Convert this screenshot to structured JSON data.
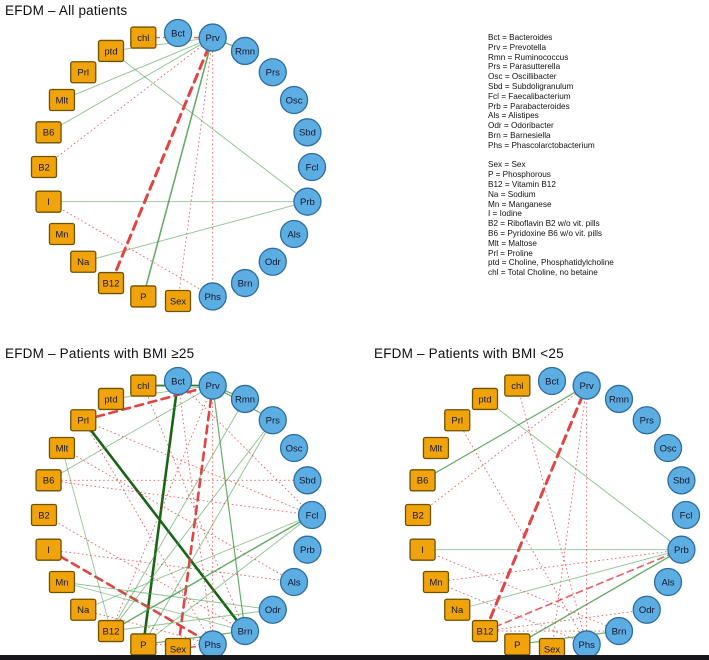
{
  "colors": {
    "positive": "#4e9e50",
    "positive_strong": "#176617",
    "negative": "#e03a3a",
    "bacteria_fill": "#5badE2",
    "bacteria_stroke": "#2e6da0",
    "nutrient_fill": "#f0a30a",
    "nutrient_stroke": "#6d5200"
  },
  "nodes": [
    {
      "id": "Bct",
      "type": "bacteria"
    },
    {
      "id": "Prv",
      "type": "bacteria"
    },
    {
      "id": "Rmn",
      "type": "bacteria"
    },
    {
      "id": "Prs",
      "type": "bacteria"
    },
    {
      "id": "Osc",
      "type": "bacteria"
    },
    {
      "id": "Sbd",
      "type": "bacteria"
    },
    {
      "id": "Fcl",
      "type": "bacteria"
    },
    {
      "id": "Prb",
      "type": "bacteria"
    },
    {
      "id": "Als",
      "type": "bacteria"
    },
    {
      "id": "Odr",
      "type": "bacteria"
    },
    {
      "id": "Brn",
      "type": "bacteria"
    },
    {
      "id": "Phs",
      "type": "bacteria"
    },
    {
      "id": "Sex",
      "type": "nutrient"
    },
    {
      "id": "P",
      "type": "nutrient"
    },
    {
      "id": "B12",
      "type": "nutrient"
    },
    {
      "id": "Na",
      "type": "nutrient"
    },
    {
      "id": "Mn",
      "type": "nutrient"
    },
    {
      "id": "I",
      "type": "nutrient"
    },
    {
      "id": "B2",
      "type": "nutrient"
    },
    {
      "id": "B6",
      "type": "nutrient"
    },
    {
      "id": "Mlt",
      "type": "nutrient"
    },
    {
      "id": "Prl",
      "type": "nutrient"
    },
    {
      "id": "ptd",
      "type": "nutrient"
    },
    {
      "id": "chl",
      "type": "nutrient"
    }
  ],
  "legend": {
    "bacteria": [
      "Bct = Bacteroides",
      "Prv = Prevotella",
      "Rmn = Ruminococcus",
      "Prs = Parasutterella",
      "Osc = Oscillibacter",
      "Sbd = Subdoligranulum",
      "Fcl = Faecalibacterium",
      "Prb = Parabacteroides",
      "Als = Alistipes",
      "Odr = Odoribacter",
      "Brn = Barnesiella",
      "Phs = Phascolarctobacterium"
    ],
    "covariates": [
      "Sex = Sex",
      "P = Phosphorous",
      "B12 = Vitamin B12",
      "Na = Sodium",
      "Mn = Manganese",
      "I = Iodine",
      "B2 = Riboflavin B2 w/o vit. pills",
      "B6 = Pyridoxine B6 w/o vit. pills",
      "Mlt = Maltose",
      "Prl = Proline",
      "ptd = Choline, Phosphatidylcholine",
      "chl = Total Choline, no betaine"
    ]
  },
  "networks": [
    {
      "key": "all",
      "title": "EFDM – All patients",
      "edges": [
        {
          "f": "chl",
          "t": "Prv",
          "c": "negative",
          "s": "dashed",
          "w": 1.3
        },
        {
          "f": "ptd",
          "t": "Prv",
          "c": "positive",
          "s": "solid",
          "w": 1
        },
        {
          "f": "ptd",
          "t": "Prb",
          "c": "positive",
          "s": "solid",
          "w": 1
        },
        {
          "f": "Prv",
          "t": "Rmn",
          "c": "positive",
          "s": "solid",
          "w": 1.3
        },
        {
          "f": "Mlt",
          "t": "Prv",
          "c": "positive",
          "s": "solid",
          "w": 1
        },
        {
          "f": "B6",
          "t": "Prv",
          "c": "positive",
          "s": "solid",
          "w": 1
        },
        {
          "f": "B2",
          "t": "Prv",
          "c": "negative",
          "s": "dotted",
          "w": 0.9
        },
        {
          "f": "I",
          "t": "Prb",
          "c": "positive",
          "s": "solid",
          "w": 0.8
        },
        {
          "f": "I",
          "t": "Phs",
          "c": "negative",
          "s": "dotted",
          "w": 0.9
        },
        {
          "f": "Na",
          "t": "Prb",
          "c": "positive",
          "s": "solid",
          "w": 1
        },
        {
          "f": "B12",
          "t": "Prv",
          "c": "negative",
          "s": "dashed",
          "w": 3
        },
        {
          "f": "P",
          "t": "Prv",
          "c": "positive",
          "s": "solid",
          "w": 1.6
        },
        {
          "f": "Sex",
          "t": "Prv",
          "c": "negative",
          "s": "dotted",
          "w": 0.9
        },
        {
          "f": "Phs",
          "t": "Prv",
          "c": "negative",
          "s": "dotted",
          "w": 0.9
        }
      ]
    },
    {
      "key": "ge25",
      "title": "EFDM – Patients with BMI ≥25",
      "edges": [
        {
          "f": "Prl",
          "t": "Brn",
          "c": "positive_strong",
          "s": "solid",
          "w": 2.6
        },
        {
          "f": "Bct",
          "t": "P",
          "c": "positive_strong",
          "s": "solid",
          "w": 2.6
        },
        {
          "f": "Prl",
          "t": "Prv",
          "c": "negative",
          "s": "dashed",
          "w": 2.6
        },
        {
          "f": "Prv",
          "t": "Sex",
          "c": "negative",
          "s": "dashed",
          "w": 2.6
        },
        {
          "f": "I",
          "t": "Phs",
          "c": "negative",
          "s": "dashed",
          "w": 2.6
        },
        {
          "f": "chl",
          "t": "Prv",
          "c": "positive_strong",
          "s": "solid",
          "w": 1.8
        },
        {
          "f": "ptd",
          "t": "Prv",
          "c": "positive",
          "s": "solid",
          "w": 1
        },
        {
          "f": "Prv",
          "t": "Rmn",
          "c": "positive",
          "s": "solid",
          "w": 1.2
        },
        {
          "f": "Prv",
          "t": "Prs",
          "c": "positive",
          "s": "solid",
          "w": 1.2
        },
        {
          "f": "Prv",
          "t": "Brn",
          "c": "positive",
          "s": "solid",
          "w": 1.2
        },
        {
          "f": "B6",
          "t": "Prv",
          "c": "positive",
          "s": "solid",
          "w": 0.9
        },
        {
          "f": "B12",
          "t": "Fcl",
          "c": "positive",
          "s": "solid",
          "w": 1.5
        },
        {
          "f": "Rmn",
          "t": "B12",
          "c": "positive",
          "s": "solid",
          "w": 1
        },
        {
          "f": "Prs",
          "t": "B12",
          "c": "positive",
          "s": "solid",
          "w": 1
        },
        {
          "f": "Prs",
          "t": "P",
          "c": "positive",
          "s": "solid",
          "w": 1
        },
        {
          "f": "Mlt",
          "t": "B12",
          "c": "positive",
          "s": "solid",
          "w": 0.9
        },
        {
          "f": "Mn",
          "t": "Odr",
          "c": "positive",
          "s": "solid",
          "w": 1
        },
        {
          "f": "Mn",
          "t": "Brn",
          "c": "positive",
          "s": "solid",
          "w": 0.9
        },
        {
          "f": "Na",
          "t": "Fcl",
          "c": "positive",
          "s": "solid",
          "w": 0.9
        },
        {
          "f": "P",
          "t": "Fcl",
          "c": "positive",
          "s": "solid",
          "w": 1
        },
        {
          "f": "P",
          "t": "Brn",
          "c": "positive",
          "s": "solid",
          "w": 1.2
        },
        {
          "f": "B12",
          "t": "Odr",
          "c": "positive",
          "s": "solid",
          "w": 1
        },
        {
          "f": "Prl",
          "t": "Fcl",
          "c": "negative",
          "s": "dotted",
          "w": 0.9
        },
        {
          "f": "Prl",
          "t": "Phs",
          "c": "negative",
          "s": "dotted",
          "w": 0.9
        },
        {
          "f": "B6",
          "t": "Fcl",
          "c": "negative",
          "s": "dotted",
          "w": 0.9
        },
        {
          "f": "B6",
          "t": "Sbd",
          "c": "negative",
          "s": "dotted",
          "w": 0.9
        },
        {
          "f": "Bct",
          "t": "Fcl",
          "c": "negative",
          "s": "dotted",
          "w": 0.9
        },
        {
          "f": "Bct",
          "t": "Phs",
          "c": "negative",
          "s": "dotted",
          "w": 0.9
        },
        {
          "f": "Prv",
          "t": "Phs",
          "c": "negative",
          "s": "dotted",
          "w": 0.9
        },
        {
          "f": "Prv",
          "t": "B12",
          "c": "negative",
          "s": "dotted",
          "w": 0.9
        },
        {
          "f": "chl",
          "t": "Brn",
          "c": "negative",
          "s": "dotted",
          "w": 0.9
        },
        {
          "f": "Na",
          "t": "Phs",
          "c": "negative",
          "s": "dotted",
          "w": 0.9
        },
        {
          "f": "B2",
          "t": "Brn",
          "c": "negative",
          "s": "dotted",
          "w": 0.9
        },
        {
          "f": "I",
          "t": "Als",
          "c": "negative",
          "s": "dotted",
          "w": 0.9
        },
        {
          "f": "P",
          "t": "Phs",
          "c": "negative",
          "s": "dotted",
          "w": 0.9
        },
        {
          "f": "Mlt",
          "t": "Als",
          "c": "negative",
          "s": "dotted",
          "w": 0.9
        },
        {
          "f": "Sex",
          "t": "Phs",
          "c": "negative",
          "s": "dashed",
          "w": 1.6
        }
      ]
    },
    {
      "key": "lt25",
      "title": "EFDM – Patients with BMI <25",
      "edges": [
        {
          "f": "B6",
          "t": "Prv",
          "c": "positive",
          "s": "solid",
          "w": 1.2
        },
        {
          "f": "ptd",
          "t": "Prb",
          "c": "positive",
          "s": "solid",
          "w": 1
        },
        {
          "f": "I",
          "t": "Prb",
          "c": "positive",
          "s": "solid",
          "w": 0.8
        },
        {
          "f": "Na",
          "t": "Prb",
          "c": "positive",
          "s": "solid",
          "w": 0.9
        },
        {
          "f": "P",
          "t": "Prb",
          "c": "positive",
          "s": "solid",
          "w": 1.4
        },
        {
          "f": "P",
          "t": "Brn",
          "c": "positive",
          "s": "solid",
          "w": 1.2
        },
        {
          "f": "B12",
          "t": "Prv",
          "c": "negative",
          "s": "dashed",
          "w": 3
        },
        {
          "f": "B12",
          "t": "Prb",
          "c": "negative",
          "s": "dashed",
          "w": 1.6
        },
        {
          "f": "B12",
          "t": "Brn",
          "c": "negative",
          "s": "dotted",
          "w": 0.9
        },
        {
          "f": "B12",
          "t": "Odr",
          "c": "negative",
          "s": "dotted",
          "w": 0.9
        },
        {
          "f": "Sex",
          "t": "Prv",
          "c": "negative",
          "s": "dotted",
          "w": 0.9
        },
        {
          "f": "Prv",
          "t": "Phs",
          "c": "negative",
          "s": "dotted",
          "w": 0.9
        },
        {
          "f": "B2",
          "t": "Prv",
          "c": "negative",
          "s": "dotted",
          "w": 0.9
        },
        {
          "f": "chl",
          "t": "Phs",
          "c": "negative",
          "s": "dotted",
          "w": 0.9
        },
        {
          "f": "Prl",
          "t": "Phs",
          "c": "negative",
          "s": "dotted",
          "w": 0.9
        },
        {
          "f": "I",
          "t": "Brn",
          "c": "negative",
          "s": "dotted",
          "w": 0.9
        },
        {
          "f": "Mn",
          "t": "Prb",
          "c": "negative",
          "s": "dotted",
          "w": 0.9
        },
        {
          "f": "Mn",
          "t": "Phs",
          "c": "negative",
          "s": "dotted",
          "w": 0.9
        }
      ]
    }
  ]
}
